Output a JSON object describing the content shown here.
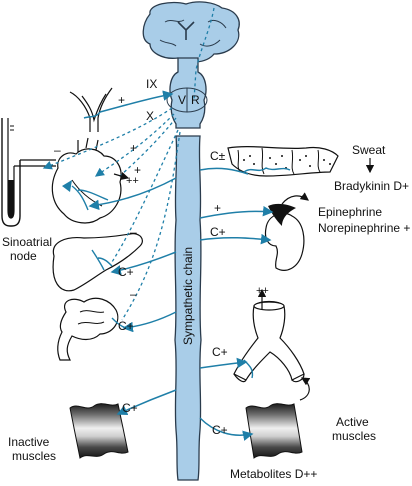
{
  "colors": {
    "structure_fill": "#a9cde8",
    "structure_stroke": "#2a3b4c",
    "nerve": "#1f7fa8",
    "ink": "#111111"
  },
  "brain": {
    "cranial_nerve_ix": "IX",
    "cranial_nerve_x": "X",
    "center_v": "V",
    "center_r": "R"
  },
  "chain": {
    "label": "Sympathetic chain"
  },
  "sinoatrial": {
    "label_line1": "Sinoatrial",
    "label_line2": "node"
  },
  "skin": {
    "sweat": "Sweat",
    "bradykinin": "Bradykinin D+"
  },
  "adrenal": {
    "epinephrine": "Epinephrine",
    "norepinephrine": "Norepinephrine +"
  },
  "muscles": {
    "inactive_line1": "Inactive",
    "inactive_line2": "muscles",
    "active_line1": "Active",
    "active_line2": "muscles",
    "metabolites": "Metabolites D++"
  },
  "signs": {
    "carotid_plus": "+",
    "vagus_minus": "–",
    "vagus_plus": "+",
    "heart_double_plus": "++",
    "heart_plus": "+",
    "liver_minus": "–",
    "liver_c": "C+",
    "gut_minus": "–",
    "gut_c": "C+",
    "skin_c": "C±",
    "adrenal_plus": "+",
    "kidney_c": "C+",
    "aorta_c": "C+",
    "aorta_double_plus": "++",
    "inactive_c": "C+",
    "active_c": "C+"
  }
}
